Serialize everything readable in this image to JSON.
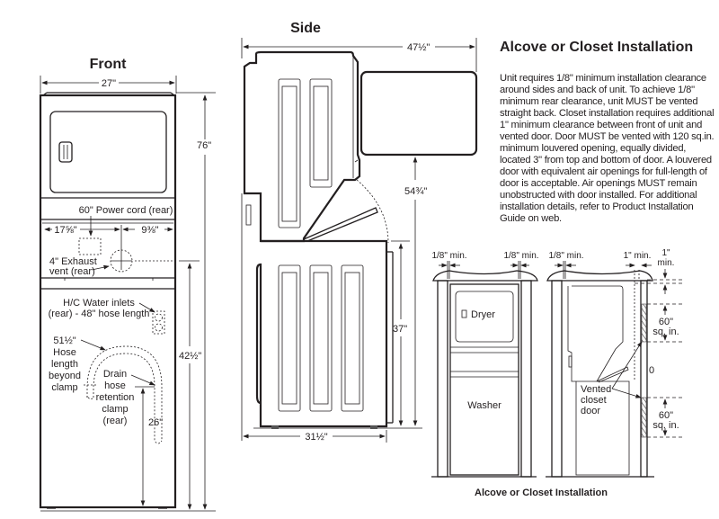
{
  "front": {
    "title": "Front",
    "width": "27\"",
    "height": "76\"",
    "power_cord": "60\" Power cord (rear)",
    "left_offset": "17⅝\"",
    "right_offset": "9⅜\"",
    "exhaust_line1": "4\" Exhaust",
    "exhaust_line2": "vent (rear)",
    "water_line1": "H/C Water inlets",
    "water_line2": "(rear) - 48\" hose length",
    "hose_line1": "51½\"",
    "hose_line2": "Hose",
    "hose_line3": "length",
    "hose_line4": "beyond",
    "hose_line5": "clamp",
    "clamp_line1": "Drain",
    "clamp_line2": "hose",
    "clamp_line3": "retention",
    "clamp_line4": "clamp",
    "clamp_line5": "(rear)",
    "clamp_height": "26\"",
    "vent_height": "42½\""
  },
  "side": {
    "title": "Side",
    "depth_open": "47½\"",
    "door_height": "54¾\"",
    "washer_height": "37\"",
    "depth": "31½\""
  },
  "alcove": {
    "title": "Alcove or Closet Installation",
    "description": "Unit requires 1/8\" minimum installation clearance around sides and back of unit. To achieve 1/8\" minimum rear clearance, unit MUST be vented straight back. Closet installation requires additional 1\" minimum clearance between front of unit and vented door. Door MUST be vented with 120 sq.in. minimum louvered opening, equally divided, located 3\" from top and bottom of door. A louvered door with equivalent air openings for full-length of door is acceptable. Air openings MUST remain unobstructed with door installed. For additional installation details, refer to Product Installation Guide on web.",
    "caption": "Alcove or Closet Installation",
    "clear_left": "1/8\" min.",
    "clear_right": "1/8\" min.",
    "clear_rear": "1/8\" min.",
    "clear_front": "1\" min.",
    "clear_top_line1": "1\"",
    "clear_top_line2": "min.",
    "dryer_label": "Dryer",
    "washer_label": "Washer",
    "door_line1": "Vented",
    "door_line2": "closet",
    "door_line3": "door",
    "vent_top_line1": "60\"",
    "vent_top_line2": "sq. in.",
    "vent_bottom_line1": "60\"",
    "vent_bottom_line2": "sq. in."
  }
}
